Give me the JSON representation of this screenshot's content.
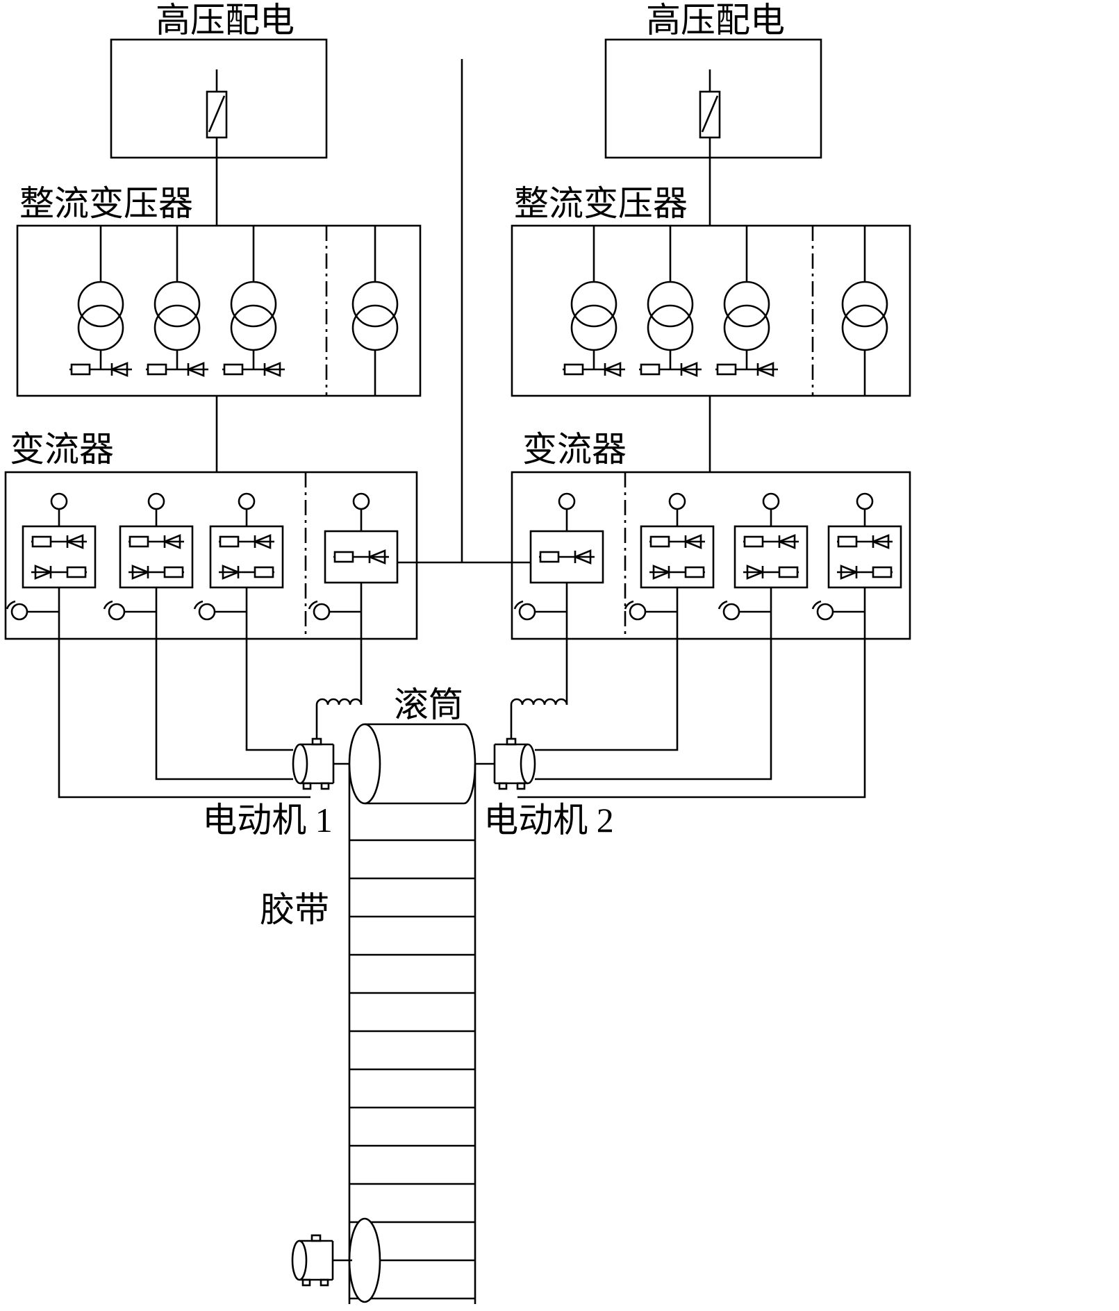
{
  "diagram": {
    "title": "Dual-drive belt conveyor power schematic",
    "labels": {
      "hv_left": "高压配电",
      "hv_right": "高压配电",
      "rect_transformer_left": "整流变压器",
      "rect_transformer_right": "整流变压器",
      "converter_left": "变流器",
      "converter_right": "变流器",
      "drum": "滚筒",
      "motor1": "电动机 1",
      "motor2": "电动机 2",
      "belt": "胶带"
    },
    "colors": {
      "line": "#000000",
      "background": "#ffffff",
      "text": "#000000"
    }
  }
}
